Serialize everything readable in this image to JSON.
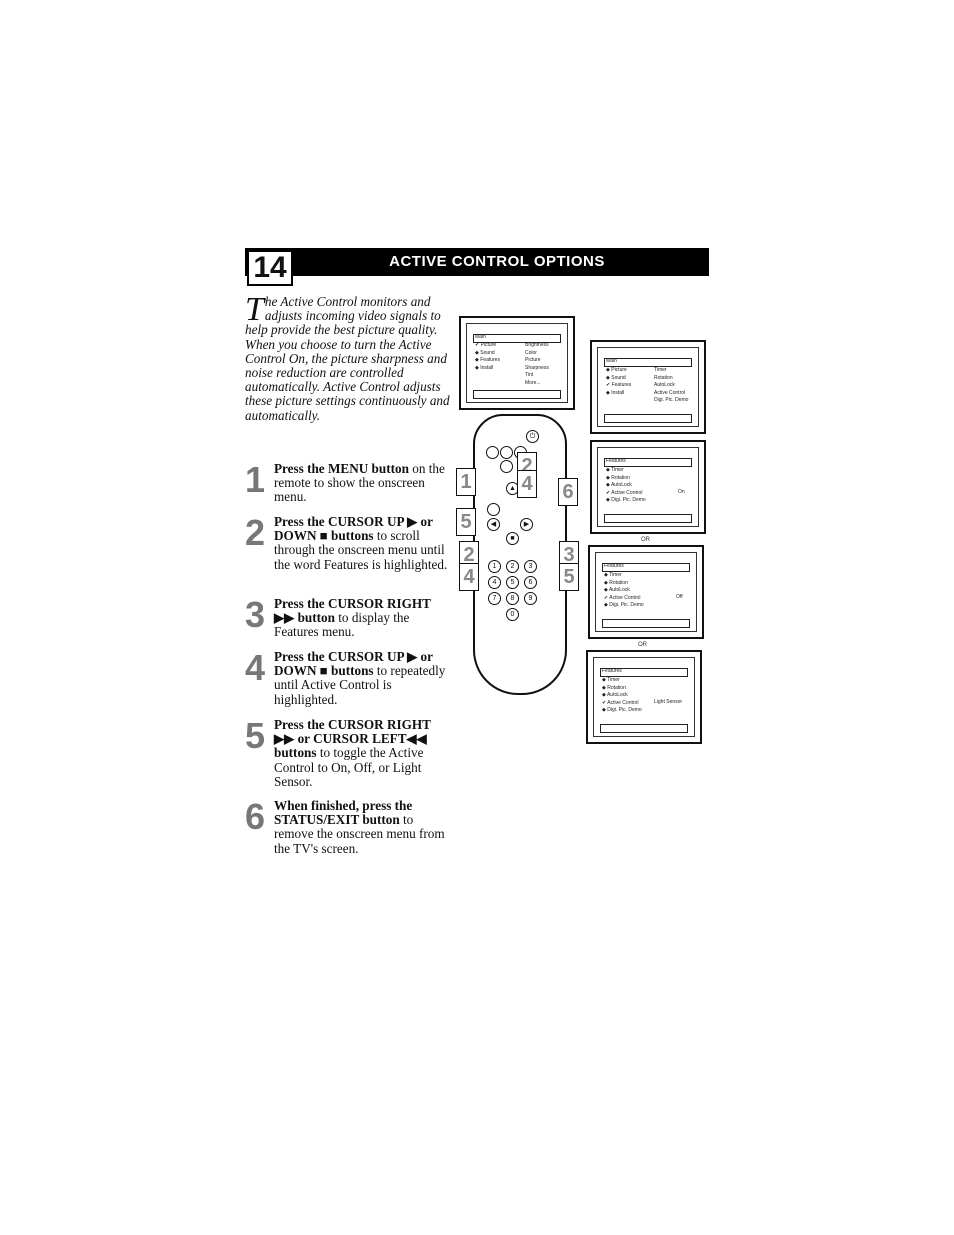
{
  "header": {
    "number": "14",
    "title": "ACTIVE CONTROL OPTIONS"
  },
  "intro": {
    "dropcap": "T",
    "text": "he Active Control monitors and adjusts incoming video signals to help provide the best picture quality. When you choose to turn the Active Control On, the picture sharpness and noise reduction are controlled automatically. Active Control adjusts these picture settings continuously and automatically."
  },
  "steps": [
    {
      "num": "1",
      "bold": "Press the MENU button",
      "rest": " on the remote to show the onscreen menu."
    },
    {
      "num": "2",
      "bold": "Press the CURSOR UP ▶ or DOWN ■ buttons",
      "rest": " to scroll through the onscreen menu until the word Features is highlighted."
    },
    {
      "num": "3",
      "bold": "Press the CURSOR RIGHT ▶▶ button",
      "rest": " to display the Features menu."
    },
    {
      "num": "4",
      "bold": "Press the CURSOR UP ▶ or DOWN ■ buttons",
      "rest": " to repeatedly until Active Control is highlighted."
    },
    {
      "num": "5",
      "bold": "Press the CURSOR RIGHT ▶▶ or CURSOR LEFT◀◀ buttons",
      "rest": " to toggle the Active Control to On, Off, or Light Sensor."
    },
    {
      "num": "6",
      "bold": "When finished, press the STATUS/EXIT button",
      "rest": " to remove the onscreen menu from the TV's screen."
    }
  ],
  "screens": {
    "s1": {
      "head": "Main",
      "items": [
        "✔ Picture",
        "◆ Sound",
        "◆ Features",
        "◆ Install"
      ],
      "right": [
        "Brightness",
        "Color",
        "Picture",
        "Sharpness",
        "Tint",
        "More..."
      ]
    },
    "s2": {
      "head": "Main",
      "items": [
        "◆ Picture",
        "◆ Sound",
        "✔ Features",
        "◆ Install"
      ],
      "right": [
        "Timer",
        "Rotation",
        "AutoLock",
        "Active Control",
        "Digi. Pic. Demo"
      ]
    },
    "s3": {
      "head": "Features",
      "items": [
        "◆ Timer",
        "◆ Rotation",
        "◆ AutoLock",
        "✔ Active Control",
        "◆ Digi. Pic. Demo"
      ],
      "value": "On"
    },
    "s4": {
      "head": "Features",
      "items": [
        "◆ Timer",
        "◆ Rotation",
        "◆ AutoLock",
        "✔ Active Control",
        "◆ Digi. Pic. Demo"
      ],
      "value": "Off"
    },
    "s5": {
      "head": "Features",
      "items": [
        "◆ Timer",
        "◆ Rotation",
        "◆ AutoLock",
        "✔ Active Control",
        "◆ Digi. Pic. Demo"
      ],
      "value": "Light Sensor"
    }
  },
  "captions": {
    "or1": "OR",
    "or2": "OR"
  },
  "markers": [
    "1",
    "2",
    "4",
    "6",
    "5",
    "2",
    "4",
    "3",
    "5"
  ]
}
